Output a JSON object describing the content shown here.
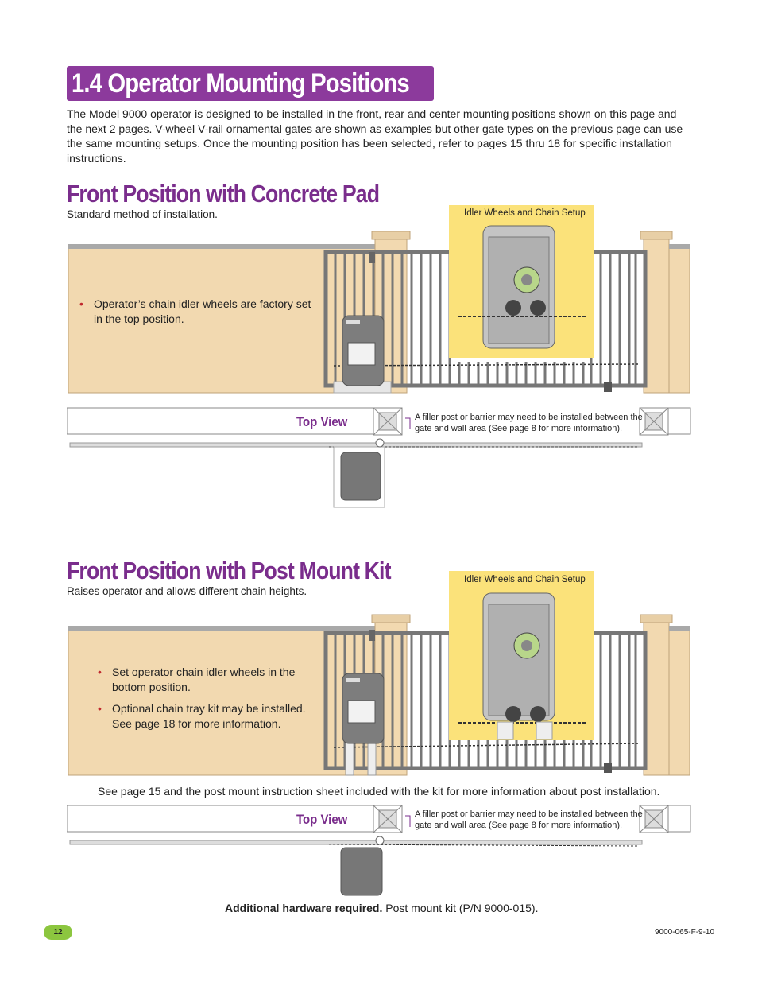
{
  "section": {
    "title": "1.4 Operator Mounting Positions"
  },
  "intro": "The Model 9000 operator is designed to be installed in the front, rear and center mounting positions shown on this page and the next 2 pages. V-wheel V-rail ornamental gates are shown as examples but other gate types on the previous page can use the same mounting setups. Once the mounting position has been selected, refer to pages 15 thru 18 for specific installation instructions.",
  "front_concrete": {
    "heading": "Front Position with Concrete Pad",
    "subtitle": "Standard method of installation.",
    "bullets": [
      "Operator’s chain idler wheels are factory set in the top position."
    ],
    "idler_label": "Idler Wheels and Chain Setup",
    "top_view_label": "Top View",
    "filler_note": "A filler post or barrier may need to be installed between the gate and wall area (See page 8 for more information)."
  },
  "front_post": {
    "heading": "Front Position with Post Mount Kit",
    "subtitle": "Raises operator and allows different chain heights.",
    "bullets": [
      "Set operator chain idler wheels in the bottom position.",
      "Optional chain tray kit may be installed. See page 18 for more information."
    ],
    "idler_label": "Idler Wheels and Chain Setup",
    "see_note": "See page 15 and the post mount instruction sheet included with the kit for more information about post installation.",
    "top_view_label": "Top View",
    "filler_note": "A filler post or barrier may need to be installed between the gate and wall area (See page 8 for more information).",
    "hardware_bold": "Additional hardware required.",
    "hardware_text": " Post mount kit (P/N 9000-015)."
  },
  "footer": {
    "page_number": "12",
    "doc_code": "9000-065-F-9-10"
  },
  "colors": {
    "purple": "#8c3a9c",
    "wall": "#f2d9b0",
    "idler_box": "#fbe27a",
    "page_pill": "#8cc63f",
    "bullet": "#c0282d"
  }
}
